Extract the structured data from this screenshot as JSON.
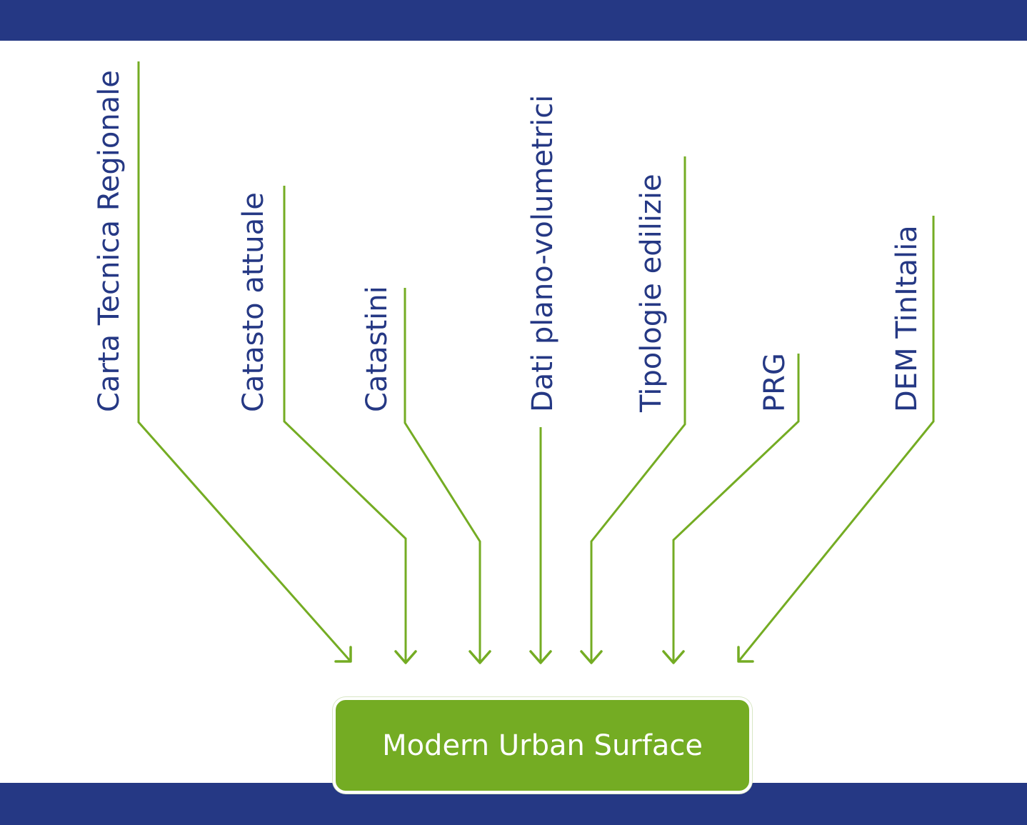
{
  "colors": {
    "band": "#253884",
    "flow": "#74ac23",
    "label": "#253884",
    "box": "#74ac23",
    "box_text": "#ffffff"
  },
  "sources": [
    {
      "id": "ctr",
      "label": "Carta Tecnica Regionale"
    },
    {
      "id": "catasto",
      "label": "Catasto attuale"
    },
    {
      "id": "catastini",
      "label": "Catastini"
    },
    {
      "id": "dati",
      "label": "Dati plano-volumetrici"
    },
    {
      "id": "tipologie",
      "label": "Tipologie edilizie"
    },
    {
      "id": "prg",
      "label": "PRG"
    },
    {
      "id": "dem",
      "label": "DEM TinItalia"
    }
  ],
  "target": {
    "label": "Modern Urban Surface"
  }
}
